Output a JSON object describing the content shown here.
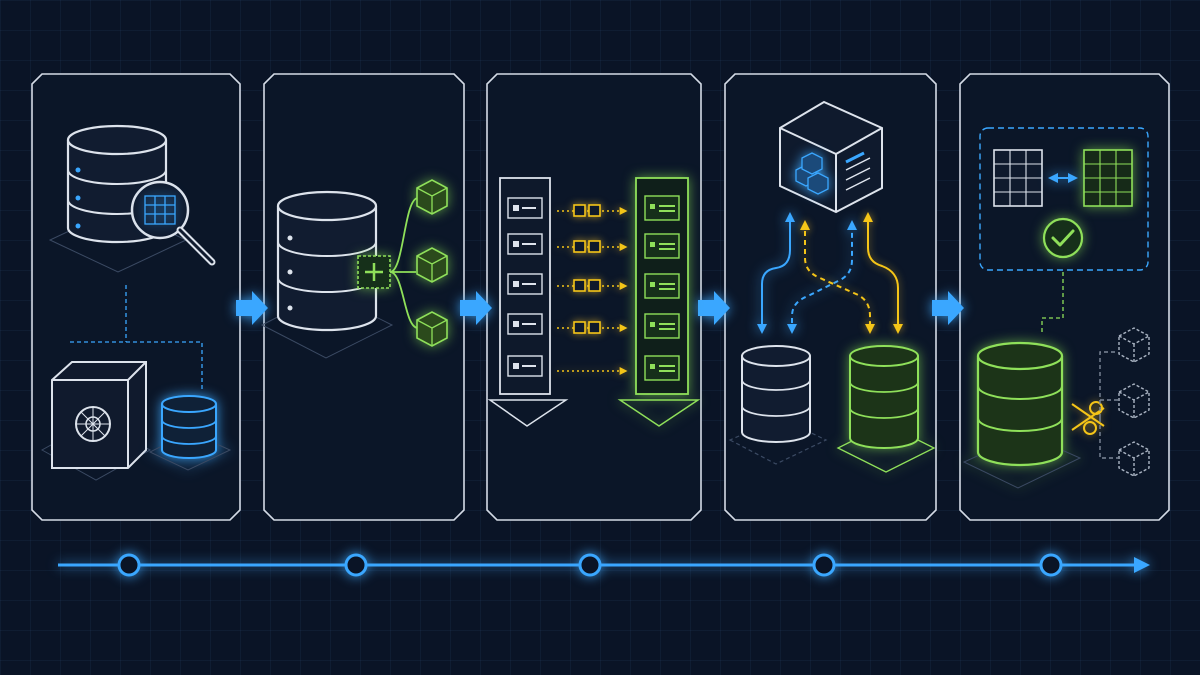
{
  "colors": {
    "background": "#0a1426",
    "panel_border": "#d4dbe6",
    "blue_accent": "#3aa7ff",
    "green_accent": "#8fe05a",
    "yellow_accent": "#f5c518"
  },
  "panels": [
    {
      "id": "inspect-and-vault",
      "icons": [
        "database-icon",
        "magnifier-icon",
        "vault-safe-icon",
        "small-database-icon"
      ]
    },
    {
      "id": "extend-schema",
      "icons": [
        "database-icon",
        "add-node-icon",
        "cube-icon"
      ]
    },
    {
      "id": "row-mapping",
      "icons": [
        "source-list-icon",
        "dotted-arrow-icon",
        "target-list-icon"
      ]
    },
    {
      "id": "bidirectional-sync",
      "icons": [
        "package-box-icon",
        "database-icon",
        "database-icon-green"
      ]
    },
    {
      "id": "verify-and-split",
      "icons": [
        "table-compare-icon",
        "check-circle-icon",
        "database-icon-green",
        "scissors-icon"
      ]
    }
  ],
  "flow_arrows": 4,
  "timeline": {
    "milestones": 5,
    "direction": "left-to-right"
  }
}
